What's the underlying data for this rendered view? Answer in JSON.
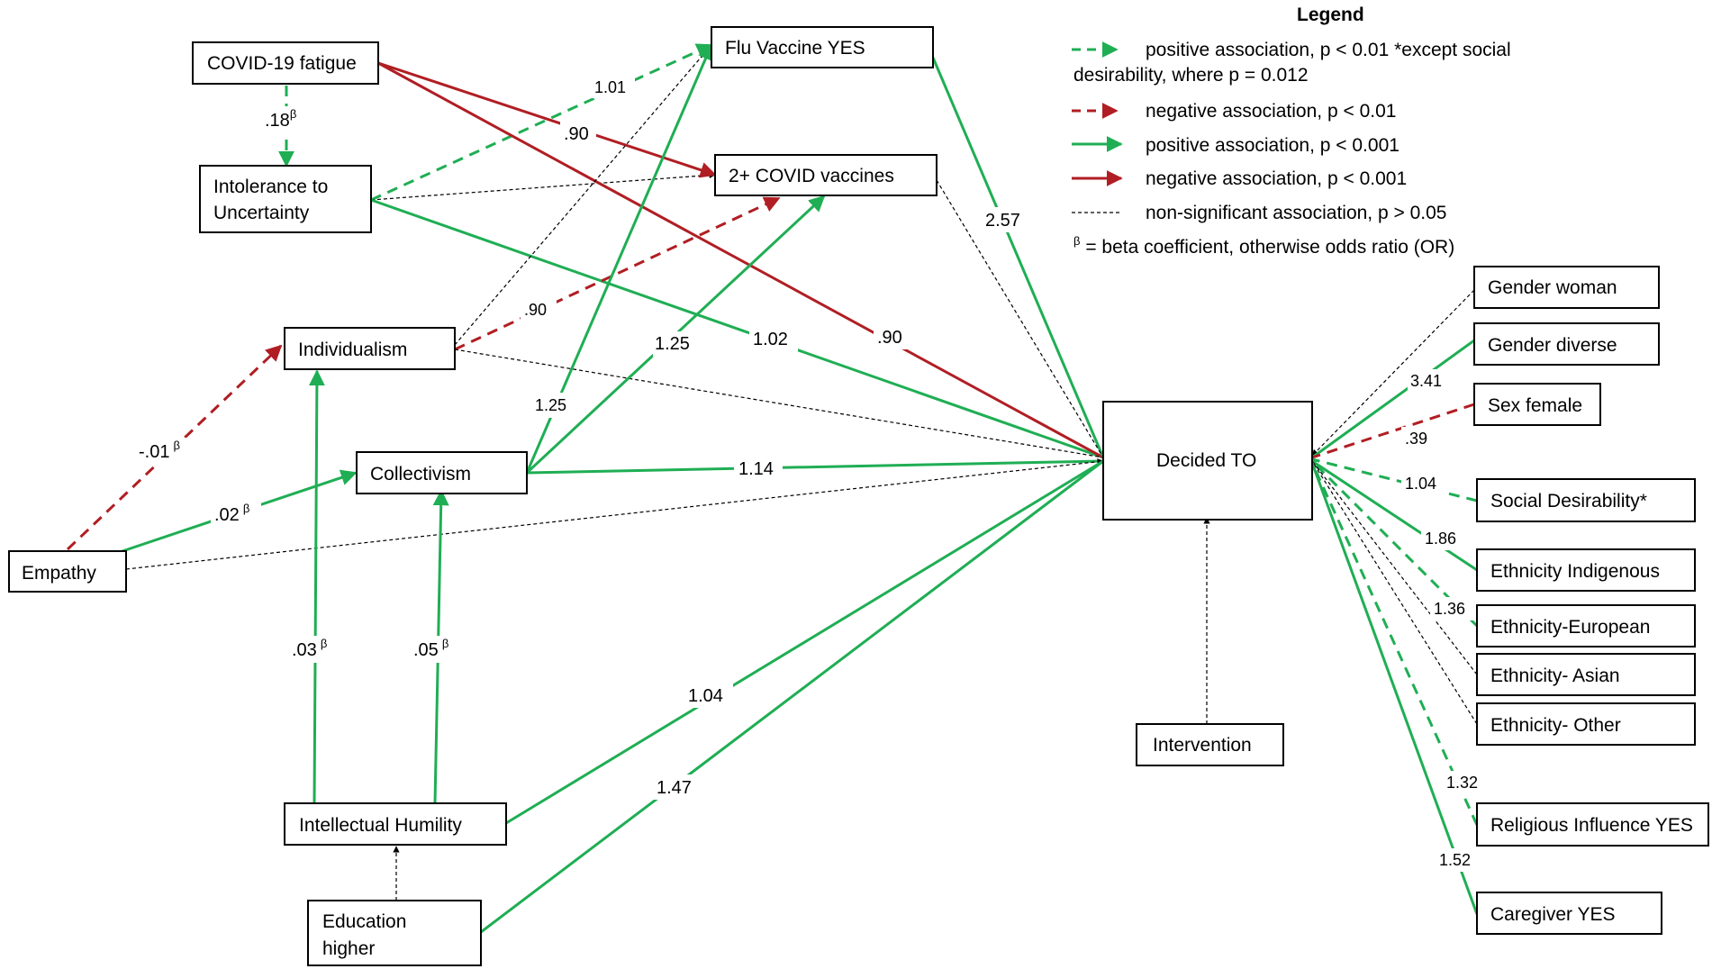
{
  "colors": {
    "green": "#1fae54",
    "red": "#b01e23",
    "black": "#000000"
  },
  "nodes": {
    "covid_fatigue": "COVID-19 fatigue",
    "intolerance_1": "Intolerance to",
    "intolerance_2": "Uncertainty",
    "individualism": "Individualism",
    "collectivism": "Collectivism",
    "empathy": "Empathy",
    "intellectual_humility": "Intellectual Humility",
    "education_1": "Education",
    "education_2": "higher",
    "flu_vaccine": "Flu Vaccine YES",
    "covid_vaccines": "2+ COVID vaccines",
    "decided_to": "Decided TO",
    "intervention": "Intervention",
    "gender_woman": "Gender woman",
    "gender_diverse": "Gender diverse",
    "sex_female": "Sex female",
    "social_desirability": "Social Desirability*",
    "eth_indigenous": "Ethnicity Indigenous",
    "eth_european": "Ethnicity-European",
    "eth_asian": "Ethnicity- Asian",
    "eth_other": "Ethnicity- Other",
    "religious": "Religious Influence YES",
    "caregiver": "Caregiver YES"
  },
  "edge_labels": {
    "fatigue_intolerance": ".18",
    "intolerance_flu": "1.01",
    "fatigue_covidvax": ".90",
    "individualism_covidvax": ".90",
    "collectivism_covidvax": "1.25",
    "intolerance_decided": "1.02",
    "fatigue_decided": ".90",
    "collectivism_flu": "1.25",
    "flu_decided": "2.57",
    "collectivism_decided": "1.14",
    "empathy_individualism": "-.01",
    "empathy_collectivism": ".02",
    "humility_individualism": ".03",
    "humility_collectivism": ".05",
    "humility_decided": "1.04",
    "education_decided": "1.47",
    "gender_diverse": "3.41",
    "sex_female": ".39",
    "social_desirability": "1.04",
    "eth_indigenous": "1.86",
    "eth_european": "1.36",
    "religious": "1.32",
    "caregiver": "1.52",
    "beta_symbol": "β"
  },
  "legend": {
    "title": "Legend",
    "pos_p01_a": "positive association, p < 0.01 *except social",
    "pos_p01_b": "desirability, where p = 0.012",
    "neg_p01": "negative association, p < 0.01",
    "pos_p001": "positive association, p < 0.001",
    "neg_p001": "negative association, p < 0.001",
    "nonsig": "non-significant association, p > 0.05",
    "beta_sup": "β",
    "beta_note": " = beta coefficient, otherwise odds ratio (OR)"
  }
}
